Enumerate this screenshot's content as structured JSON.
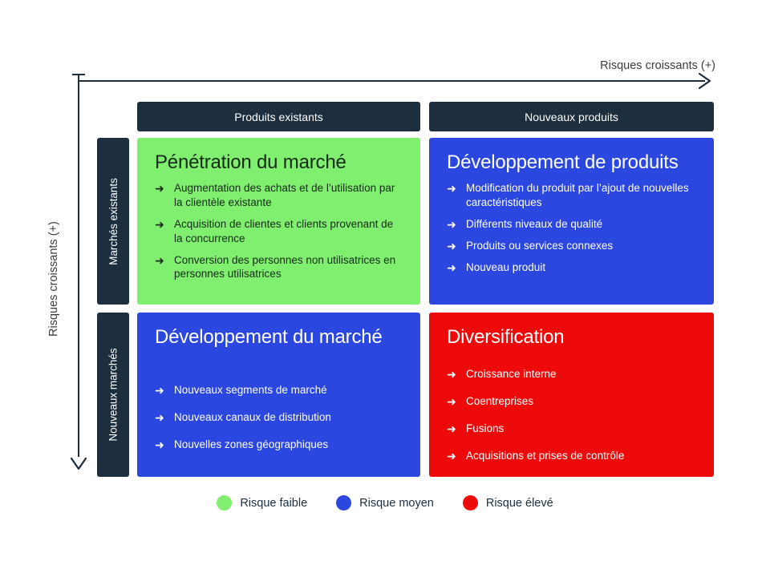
{
  "axes": {
    "horizontal_label": "Risques croissants (+)",
    "vertical_label": "Risques croissants (+)",
    "h_arrow_icon": "arrow-right-icon",
    "v_arrow_icon": "arrow-down-icon"
  },
  "columns": [
    {
      "label": "Produits existants"
    },
    {
      "label": "Nouveaux produits"
    }
  ],
  "rows": [
    {
      "label": "Marchés existants"
    },
    {
      "label": "Nouveaux marchés"
    }
  ],
  "quadrants": [
    {
      "key": "penetration",
      "title": "Pénétration du marché",
      "color": "#80ee6f",
      "bullet_icon": "arrow-bullet-icon",
      "bullets": [
        "Augmentation des achats et de l’utilisation par la clientèle existante",
        "Acquisition de clientes et clients provenant de la concurrence",
        "Conversion des personnes non utilisatrices en personnes utilisatrices"
      ]
    },
    {
      "key": "product-development",
      "title": "Développement de produits",
      "color": "#2b47e0",
      "bullet_icon": "arrow-bullet-icon",
      "bullets": [
        "Modification du produit par l’ajout de nouvelles caractéristiques",
        "Différents niveaux de qualité",
        "Produits ou services connexes",
        "Nouveau produit"
      ]
    },
    {
      "key": "market-development",
      "title": "Développement du marché",
      "color": "#2b47e0",
      "bullet_icon": "arrow-bullet-icon",
      "bullets": [
        "Nouveaux segments de marché",
        "Nouveaux canaux de distribution",
        "Nouvelles zones géographiques"
      ]
    },
    {
      "key": "diversification",
      "title": "Diversification",
      "color": "#ee0a0a",
      "bullet_icon": "arrow-bullet-icon",
      "bullets": [
        "Croissance interne",
        "Coentreprises",
        "Fusions",
        "Acquisitions et prises de contrôle"
      ]
    }
  ],
  "legend": [
    {
      "label": "Risque faible",
      "color": "#80ee6f"
    },
    {
      "label": "Risque moyen",
      "color": "#2b47e0"
    },
    {
      "label": "Risque élevé",
      "color": "#ee0a0a"
    }
  ],
  "icons": {
    "bullet_arrow_glyph": "➜"
  }
}
